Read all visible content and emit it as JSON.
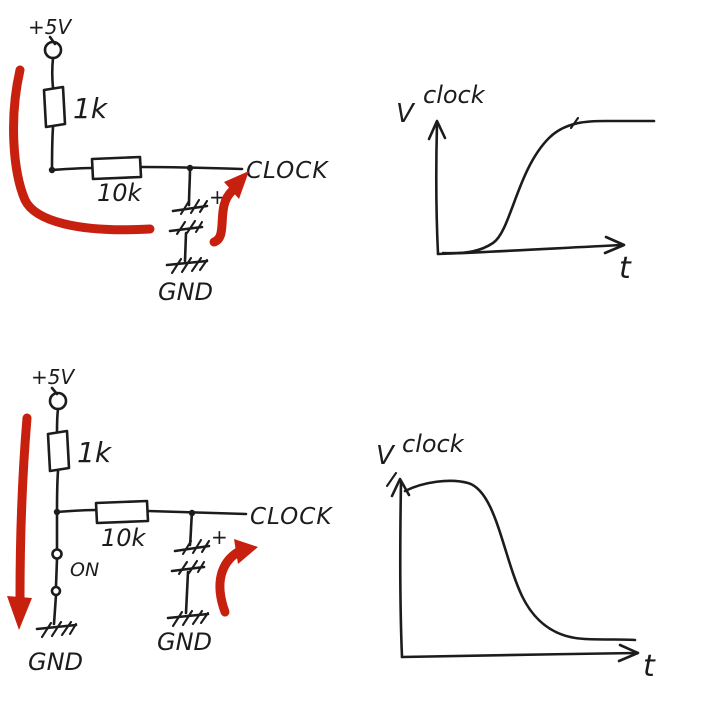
{
  "colors": {
    "ink": "#1c1c1c",
    "annotation": "#c8200f",
    "background": "#ffffff"
  },
  "top": {
    "circuit": {
      "supply_label": "+5V",
      "r1_label": "1k",
      "r2_label": "10k",
      "output_label": "CLOCK",
      "cap_polarity": "+",
      "gnd_label": "GND"
    },
    "graph": {
      "y_axis_label": "V",
      "signal_label": "clock",
      "x_axis_label": "t"
    }
  },
  "bottom": {
    "circuit": {
      "supply_label": "+5V",
      "r1_label": "1k",
      "r2_label": "10k",
      "output_label": "CLOCK",
      "switch_label": "ON",
      "cap_polarity": "+",
      "gnd_left_label": "GND",
      "gnd_right_label": "GND"
    },
    "graph": {
      "y_axis_label": "V",
      "signal_label": "clock",
      "x_axis_label": "t"
    }
  }
}
